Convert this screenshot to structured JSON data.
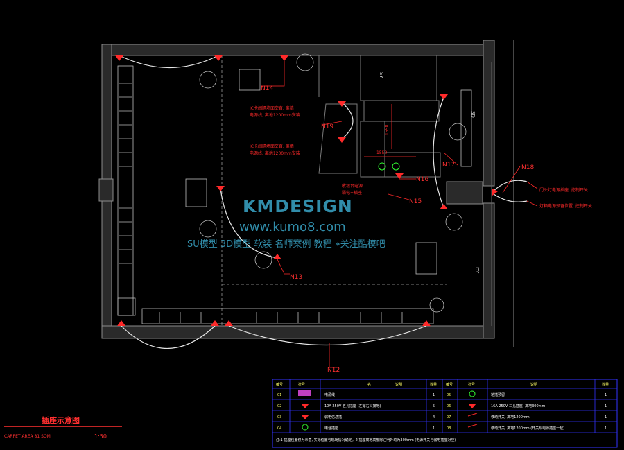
{
  "plan": {
    "title": "插座示意图",
    "subtitle": "CARPET AREA 81 SQM",
    "scale": "1:50",
    "colors": {
      "wall": "#2a2a2a",
      "wall_line": "#8c8c8c",
      "furniture": "#bdbdbd",
      "socket": "#ff2a2a",
      "wire": "#e6e6e6",
      "label": "#ff3030",
      "table_border": "#3333ff"
    }
  },
  "labels": {
    "n12": "N12",
    "n13": "N13",
    "n14": "N14",
    "n15": "N15",
    "n16": "N16",
    "n17": "N17",
    "n18": "N18",
    "n19": "N19"
  },
  "notes": {
    "note1a": "IC卡间隔墙面交直, 离墙",
    "note1b": "电源线, 离地1200mm安装",
    "note2a": "IC卡间隔墙面交直, 离墙",
    "note2b": "电源线, 离地1200mm安装",
    "note3a": "收银台电源",
    "note3b": "弱电+插座",
    "note4": "门头灯电源插座, 控制开关",
    "note5": "灯箱电源预留位置, 控制开关",
    "dim1": "1550",
    "dim2": "1550",
    "wall_dy": "DY",
    "wall_sy": "SY",
    "wall_sd": "SD"
  },
  "watermark": {
    "brand": "KMDESIGN",
    "url": "www.kumo8.com",
    "tagline": "SU模型 3D模型 软装 名师案例 教程 »关注酷模吧"
  },
  "legend": {
    "headers": [
      "编号",
      "符号",
      "名",
      "说明",
      "数量",
      "编号",
      "符号",
      "说明",
      "数量"
    ],
    "rows": [
      {
        "no": "01",
        "desc": "电源线",
        "qty": "1",
        "no2": "05",
        "desc2": "地插预留",
        "qty2": "1"
      },
      {
        "no": "02",
        "desc": "10A 250V 五孔插座 (左零右火接地)",
        "qty": "5",
        "no2": "06",
        "desc2": "16A 250V 三孔插座, 离地300mm",
        "qty2": "1"
      },
      {
        "no": "03",
        "desc": "弱电信息插",
        "qty": "4",
        "no2": "07",
        "desc2": "移动开关, 离地1200mm",
        "qty2": "1"
      },
      {
        "no": "04",
        "desc": "电话插座",
        "qty": "1",
        "no2": "08",
        "desc2": "移动开关, 离地1200mm (开关与电源插座一起)",
        "qty2": "1"
      }
    ],
    "footnote": "注:1 插座位置仅为示意, 实际位置与现场情况确定。2 插座离地高度除注明外均为300mm (电源开关与弱电插座对应)"
  }
}
